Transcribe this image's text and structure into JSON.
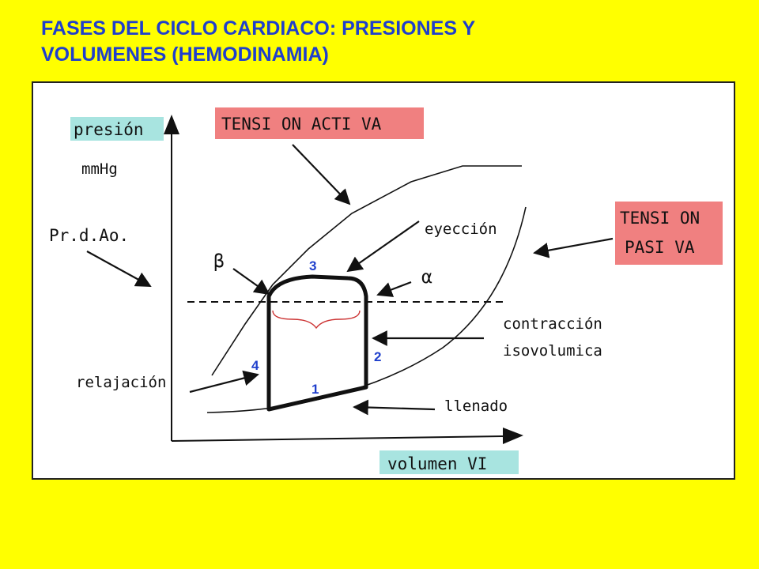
{
  "title": {
    "line1": "FASES DEL CICLO CARDIACO: PRESIONES Y",
    "line2": "VOLUMENES (HEMODINAMIA)"
  },
  "diagram": {
    "y_axis_label": "presión",
    "y_axis_unit": "mmHg",
    "x_axis_label": "volumen VI",
    "tension_activa": "TENSI ON ACTI VA",
    "tension_pasiva_1": "TENSI ON",
    "tension_pasiva_2": "PASI VA",
    "pr_d_ao": "Pr.d.Ao.",
    "beta": "β",
    "alpha": "α",
    "eyeccion": "eyección",
    "contraccion_1": "contracción",
    "contraccion_2": "isovolumica",
    "relajacion": "relajación",
    "llenado": "llenado",
    "phase_labels": [
      "1",
      "2",
      "3",
      "4"
    ]
  },
  "colors": {
    "background": "#ffff00",
    "title": "#1f3fcc",
    "label_box_red": "#f08080",
    "label_box_cyan": "#a8e4e0",
    "phase_numbers": "#1f3fcc",
    "brace": "#cc3333"
  }
}
